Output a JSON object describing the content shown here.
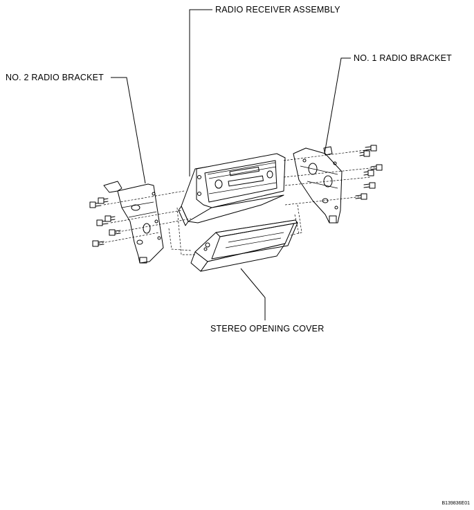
{
  "labels": {
    "radio_receiver_assembly": "RADIO RECEIVER ASSEMBLY",
    "no1_radio_bracket": "NO. 1 RADIO BRACKET",
    "no2_radio_bracket": "NO. 2 RADIO BRACKET",
    "stereo_opening_cover": "STEREO OPENING COVER"
  },
  "figure_code": "B139836E01"
}
